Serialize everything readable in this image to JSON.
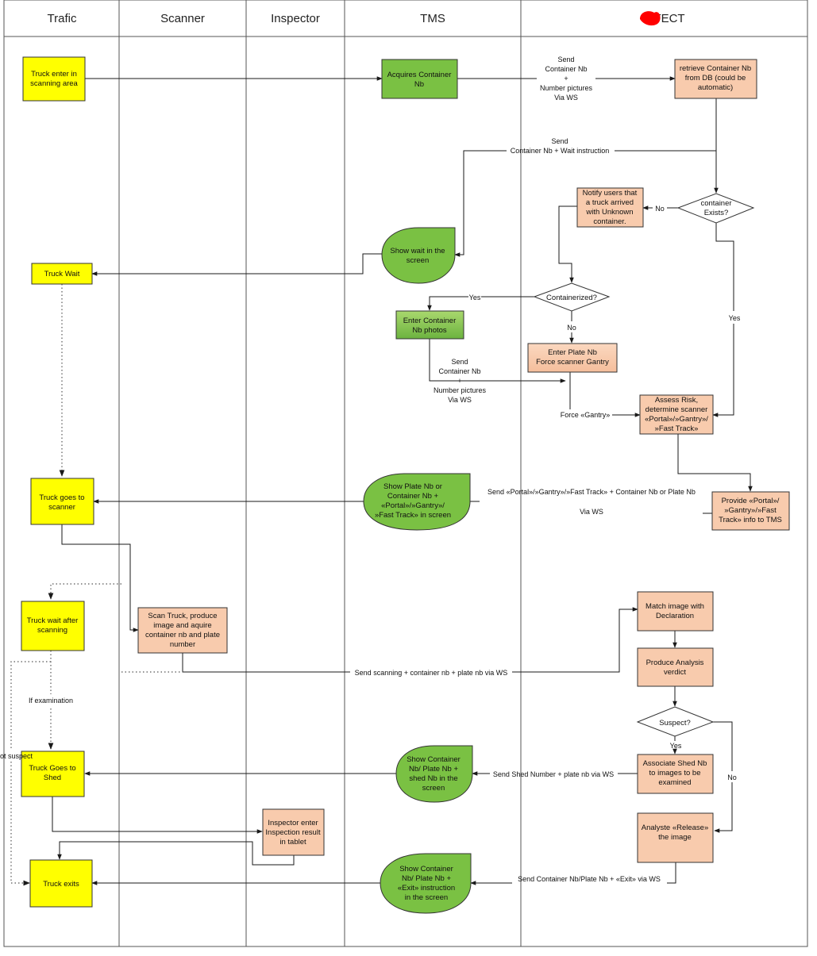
{
  "lanes": [
    "Trafic",
    "Scanner",
    "Inspector",
    "TMS",
    "TECT"
  ],
  "colors": {
    "yellow": "#ffff00",
    "green": "#7ac143",
    "peach": "#f8cbad",
    "line": "#1a1a1a",
    "redmark": "#ff0000"
  },
  "nodes": {
    "truck_enter": [
      "Truck enter in",
      "scanning area"
    ],
    "acquire": [
      "Acquires Container",
      "Nb"
    ],
    "retrieve": [
      "retrieve Container Nb",
      "from DB  (could be",
      "automatic)"
    ],
    "notify": [
      "Notify users that",
      "a truck arrived",
      "with Unknown",
      "container."
    ],
    "container_exists": [
      "container",
      "Exists?"
    ],
    "show_wait": [
      "Show wait in the",
      "screen"
    ],
    "truck_wait": [
      "Truck Wait"
    ],
    "containerized": [
      "Containerized?"
    ],
    "enter_container": [
      "Enter Container",
      "Nb photos"
    ],
    "enter_plate": [
      "Enter Plate Nb",
      "Force scanner Gantry"
    ],
    "assess": [
      "Assess Risk,",
      "determine scanner",
      "«Portal»/»Gantry»/",
      "»Fast Track»"
    ],
    "truck_goes_scanner": [
      "Truck goes to",
      "scanner"
    ],
    "show_plate": [
      "Show Plate Nb or",
      "Container Nb  +",
      "«Portal»/»Gantry»/",
      "»Fast Track» in screen"
    ],
    "provide": [
      "Provide «Portal»/",
      "»Gantry»/»Fast",
      "Track» info to TMS"
    ],
    "match": [
      "Match image with",
      "Declaration"
    ],
    "truck_wait_after": [
      "Truck wait after",
      "scanning"
    ],
    "scan_truck": [
      "Scan Truck, produce",
      "image and aquire",
      "container nb and plate",
      "number"
    ],
    "produce": [
      "Produce Analysis",
      "verdict"
    ],
    "suspect": [
      "Suspect?"
    ],
    "truck_goes_shed": [
      "Truck Goes to",
      "Shed"
    ],
    "show_container_shed": [
      "Show Container",
      "Nb/ Plate Nb +",
      "shed Nb in the",
      "screen"
    ],
    "associate": [
      "Associate Shed Nb",
      "to images to be",
      "examined"
    ],
    "inspector_enter": [
      "Inspector enter",
      "Inspection result",
      "in tablet"
    ],
    "analyste": [
      "Analyste «Release»",
      "the image"
    ],
    "truck_exits": [
      "Truck exits"
    ],
    "show_container_exit": [
      "Show Container",
      "Nb/ Plate Nb +",
      "«Exit» instruction",
      "in the screen"
    ]
  },
  "edge_labels": {
    "send1": [
      "Send",
      "Container Nb",
      "+",
      "Number pictures",
      "Via WS"
    ],
    "send_wait": [
      "Send",
      "Container Nb  + Wait instruction"
    ],
    "no1": [
      "No"
    ],
    "yes1": [
      "Yes"
    ],
    "no2": [
      "No"
    ],
    "yes2": [
      "Yes"
    ],
    "send2": [
      "Send",
      "Container Nb",
      "+",
      "Number pictures",
      "Via WS"
    ],
    "force_gantry": [
      "Force «Gantry»"
    ],
    "send_portal": [
      "Send «Portal»/»Gantry»/»Fast Track» + Container Nb or Plate Nb"
    ],
    "via_ws": [
      "Via WS"
    ],
    "send_scanning": [
      "Send scanning + container nb + plate nb via WS"
    ],
    "if_exam": [
      "If examination"
    ],
    "not_suspect": [
      "ot suspect"
    ],
    "yes3": [
      "Yes"
    ],
    "no3": [
      "No"
    ],
    "send_shed": [
      "Send Shed Number + plate nb via WS"
    ],
    "send_exit": [
      "Send Container Nb/Plate Nb + «Exit»  via WS"
    ]
  }
}
